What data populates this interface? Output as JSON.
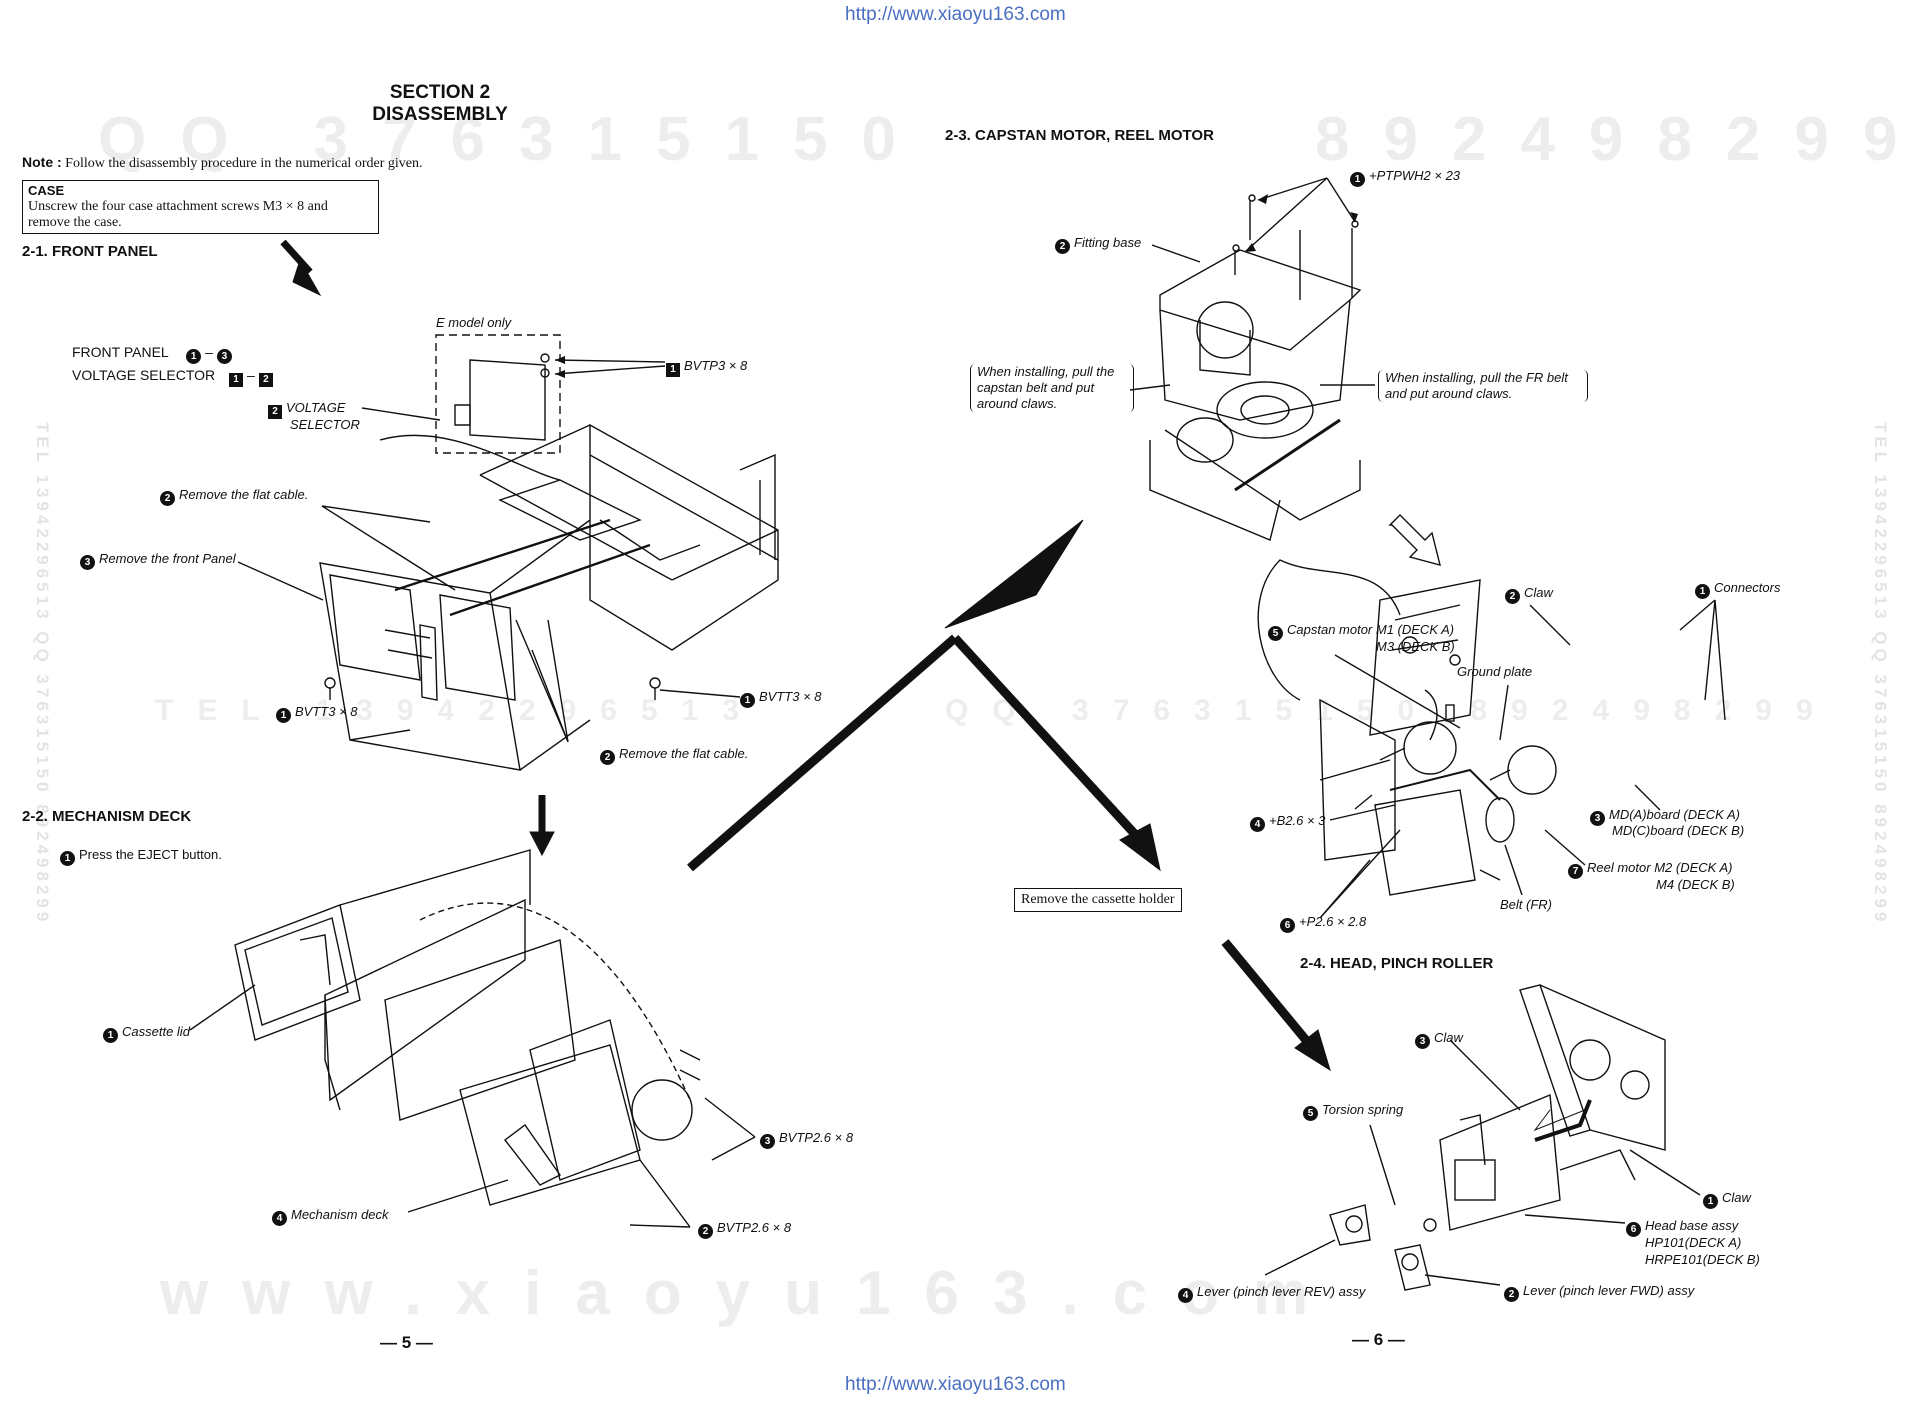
{
  "header_url": "http://www.xiaoyu163.com",
  "footer_url": "http://www.xiaoyu163.com",
  "watermarks": {
    "row1_left": "QQ 376315150",
    "row1_right": "892498299",
    "row2_left": "TEL 13942296513",
    "row2_right": "QQ 376315150 892498299",
    "row3": "www.xiaoyu163.com",
    "side_left": "TEL 13942296513 QQ 376315150 892498299",
    "side_right": "TEL 13942296513 QQ 376315150 892498299"
  },
  "section": {
    "line1": "SECTION 2",
    "line2": "DISASSEMBLY"
  },
  "note": {
    "prefix": "Note :",
    "text": "Follow the disassembly procedure in the numerical order given."
  },
  "case_box": {
    "title": "CASE",
    "text": "Unscrew the four case attachment screws M3 × 8 and remove the case."
  },
  "front_panel": {
    "heading": "2-1.  FRONT PANEL",
    "legend_front": "FRONT PANEL",
    "legend_front_range": [
      "1",
      "3"
    ],
    "legend_voltage": "VOLTAGE SELECTOR",
    "legend_voltage_range": [
      "1",
      "2"
    ],
    "e_model": "E model only",
    "bvtp3": "BVTP3 × 8",
    "voltage_sel_line1": "VOLTAGE",
    "voltage_sel_line2": "SELECTOR",
    "remove_flat_cable_top": "Remove the flat cable.",
    "remove_front_panel": "Remove the front Panel",
    "bvtt3_left": "BVTT3 × 8",
    "bvtt3_right": "BVTT3 × 8",
    "remove_flat_cable_bottom": "Remove the flat cable."
  },
  "mechanism_deck": {
    "heading": "2-2.  MECHANISM DECK",
    "step1": "Press the EJECT button.",
    "cassette_lid": "Cassette lid",
    "bvtp26_top": "BVTP2.6 × 8",
    "mech_deck": "Mechanism deck",
    "bvtp26_bottom": "BVTP2.6 × 8"
  },
  "capstan": {
    "heading": "2-3.  CAPSTAN MOTOR, REEL MOTOR",
    "ptpwh": "+PTPWH2 × 23",
    "fitting_base": "Fitting base",
    "note_left": "When installing, pull the capstan belt and put around claws.",
    "note_right": "When installing, pull the FR belt and put around claws.",
    "claw": "Claw",
    "connectors": "Connectors",
    "capstan_motor_line1": "Capstan motor M1 (DECK  A)",
    "capstan_motor_line2": "M3 (DECK  B)",
    "ground_plate": "Ground plate",
    "b26": "+B2.6 × 3",
    "md_board_line1": "MD(A)board (DECK A)",
    "md_board_line2": "MD(C)board (DECK B)",
    "reel_motor_line1": "Reel motor M2 (DECK  A)",
    "reel_motor_line2": "M4 (DECK  B)",
    "belt_fr": "Belt (FR)",
    "p26": "+P2.6 × 2.8"
  },
  "cassette_holder": "Remove the cassette holder",
  "head": {
    "heading": "2-4. HEAD, PINCH ROLLER",
    "claw3": "Claw",
    "torsion": "Torsion spring",
    "claw1": "Claw",
    "head_base_line1": "Head base assy",
    "head_base_line2": "HP101(DECK  A)",
    "head_base_line3": "HRPE101(DECK  B)",
    "lever_rev": "Lever (pinch lever REV) assy",
    "lever_fwd": "Lever (pinch lever FWD) assy"
  },
  "page_left": "— 5 —",
  "page_right": "— 6 —"
}
